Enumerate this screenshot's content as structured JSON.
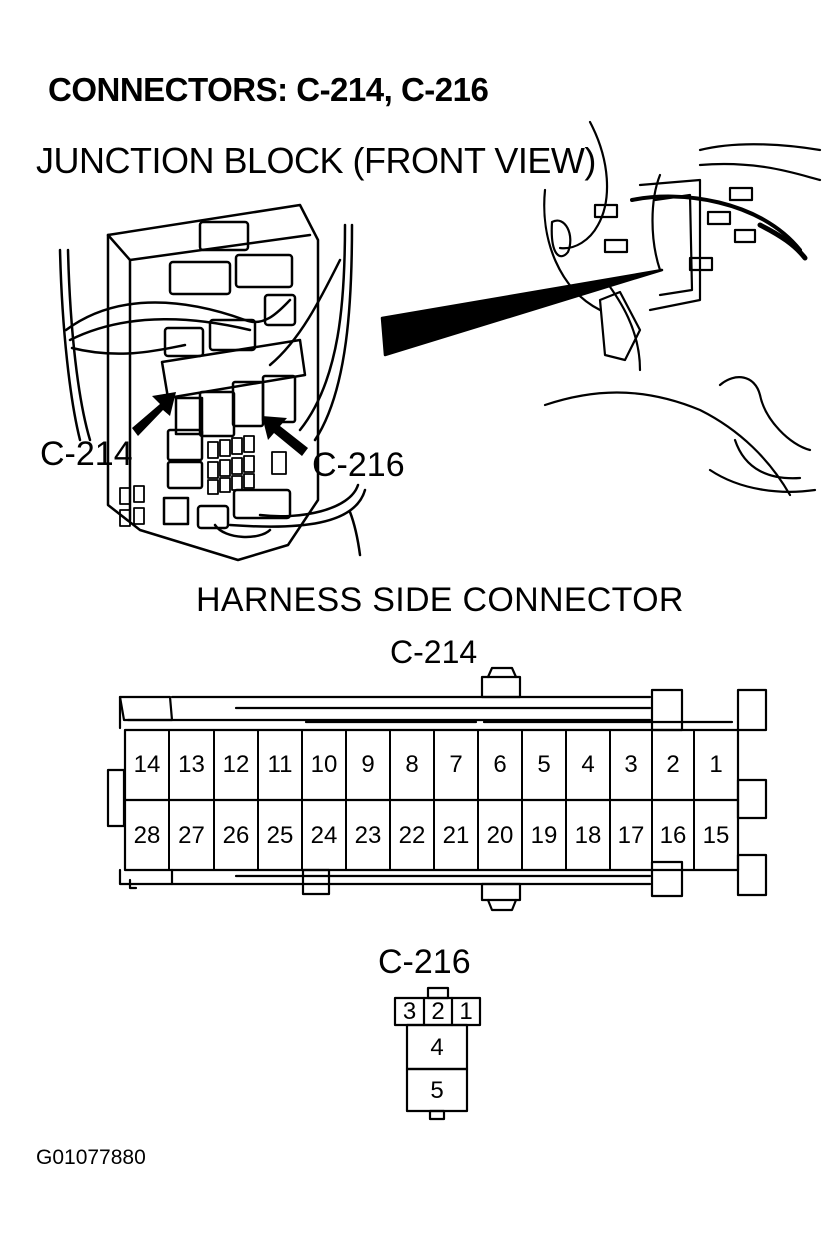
{
  "title": "CONNECTORS: C-214, C-216",
  "subtitle": "JUNCTION BLOCK (FRONT VIEW)",
  "callouts": {
    "c214": "C-214",
    "c216": "C-216"
  },
  "harness_heading": "HARNESS SIDE CONNECTOR",
  "connector_c214": {
    "label": "C-214",
    "top_row": [
      "14",
      "13",
      "12",
      "11",
      "10",
      "9",
      "8",
      "7",
      "6",
      "5",
      "4",
      "3",
      "2",
      "1"
    ],
    "bottom_row": [
      "28",
      "27",
      "26",
      "25",
      "24",
      "23",
      "22",
      "21",
      "20",
      "19",
      "18",
      "17",
      "16",
      "15"
    ]
  },
  "connector_c216": {
    "label": "C-216",
    "top_row": [
      "3",
      "2",
      "1"
    ],
    "middle": "4",
    "bottom": "5"
  },
  "figure_id": "G01077880"
}
